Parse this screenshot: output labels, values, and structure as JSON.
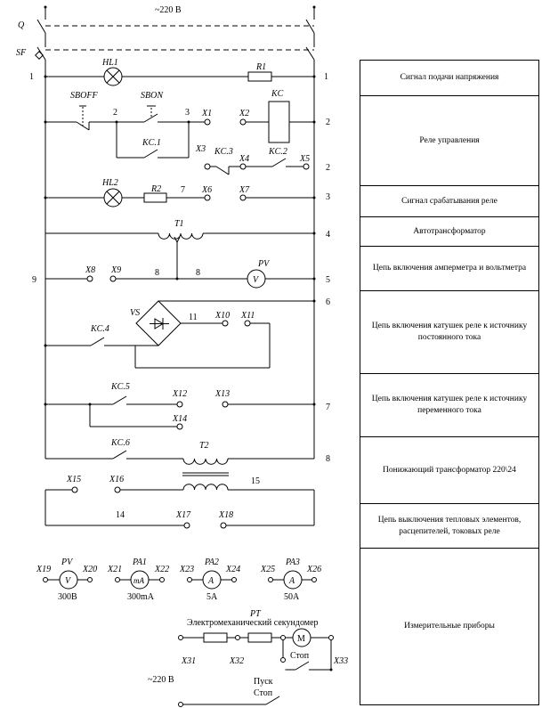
{
  "supply": {
    "top": "~220 В",
    "bottom": "~220 В"
  },
  "switches": {
    "q": "Q",
    "sf": "SF"
  },
  "components": {
    "hl1": "HL1",
    "r1": "R1",
    "sboff": "SBOFF",
    "sbon": "SBON",
    "kc": "KC",
    "kc1": "KC.1",
    "kc3": "KC.3",
    "kc2": "KC.2",
    "hl2": "HL2",
    "r2": "R2",
    "t1": "T1",
    "pv": "PV",
    "vs": "VS",
    "kc4": "KC.4",
    "kc5": "KC.5",
    "kc6": "KC.6",
    "t2": "T2"
  },
  "terminals": {
    "x1": "X1",
    "x2": "X2",
    "x3": "X3",
    "x4": "X4",
    "x5": "X5",
    "x6": "X6",
    "x7": "X7",
    "x8": "X8",
    "x9": "X9",
    "x10": "X10",
    "x11": "X11",
    "x12": "X12",
    "x13": "X13",
    "x14": "X14",
    "x15": "X15",
    "x16": "X16",
    "x17": "X17",
    "x18": "X18",
    "x31": "X31",
    "x32": "X32",
    "x33": "X33"
  },
  "nodes": {
    "n1": "1",
    "n2": "2",
    "n3": "3",
    "n7": "7",
    "n8": "8",
    "n9": "9",
    "n11": "11",
    "n14": "14",
    "n15": "15"
  },
  "right_nodes": [
    "1",
    "2",
    "2",
    "3",
    "4",
    "5",
    "6",
    "7",
    "8"
  ],
  "meters": [
    {
      "name": "PV",
      "left": "X19",
      "right": "X20",
      "symbol": "V",
      "rating": "300В"
    },
    {
      "name": "PA1",
      "left": "X21",
      "right": "X22",
      "symbol": "mA",
      "rating": "300mA"
    },
    {
      "name": "PA2",
      "left": "X23",
      "right": "X24",
      "symbol": "A",
      "rating": "5A"
    },
    {
      "name": "PA3",
      "left": "X25",
      "right": "X26",
      "symbol": "A",
      "rating": "50A"
    }
  ],
  "timer": {
    "name": "PT",
    "caption": "Электромеханический секундомер",
    "motor": "M",
    "stop": "Стоп",
    "start": "Пуск",
    "stop2": "Стоп"
  },
  "legend": [
    "Сигнал подачи напряжения",
    "Реле управления",
    "Сигнал срабатывания реле",
    "Автотрансформатор",
    "Цепь включения амперметра и вольтметра",
    "Цепь включения катушек реле к источнику постоянного тока",
    "Цепь включения катушек реле к источнику переменного тока",
    "Понижающий трансформатор 220\\24",
    "Цепь выключения тепловых элементов, расцепителей, токовых реле",
    "Измерительные приборы"
  ]
}
